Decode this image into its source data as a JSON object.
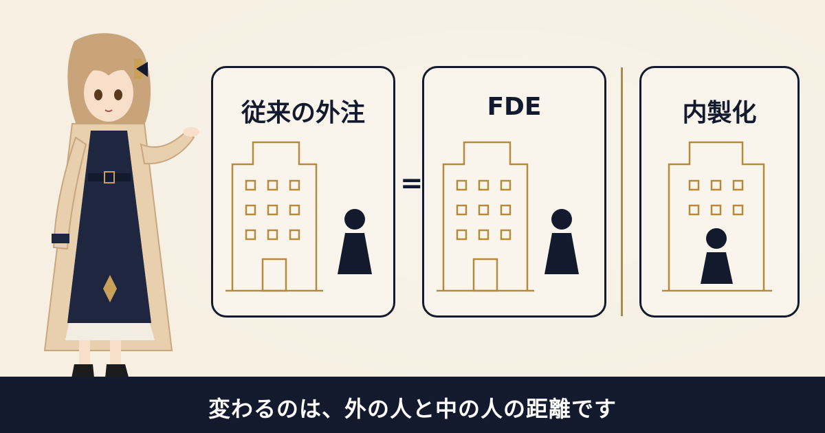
{
  "cards": [
    {
      "title": "従来の外注"
    },
    {
      "title": "FDE"
    },
    {
      "title": "内製化"
    }
  ],
  "equals_sign": "=",
  "caption": "変わるのは、外の人と中の人の距離です",
  "colors": {
    "background": "#f6efe2",
    "navy": "#141a2e",
    "gold": "#b58a3a"
  },
  "icons": {
    "building": "building-icon",
    "person": "person-icon",
    "character": "anime-girl-illustration"
  }
}
